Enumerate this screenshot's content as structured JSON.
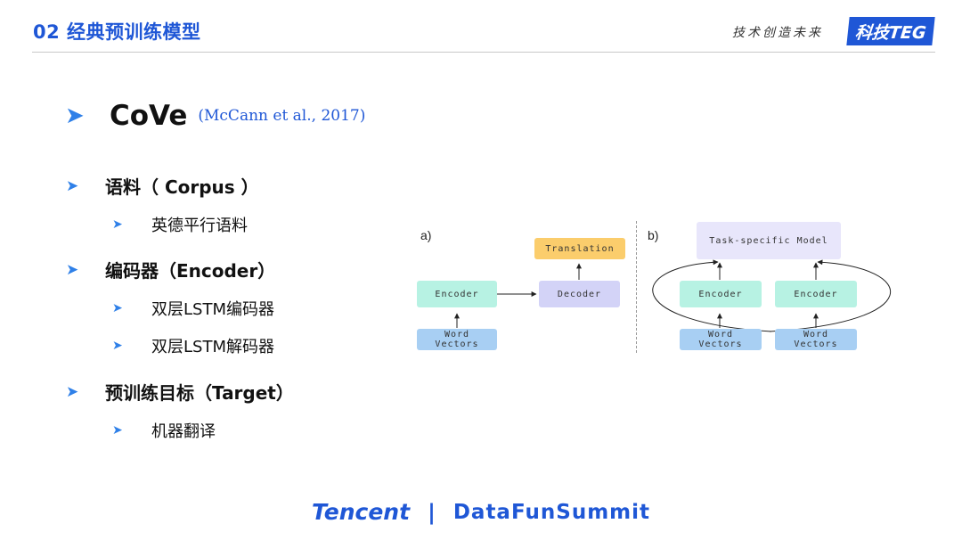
{
  "header": {
    "title": "02 经典预训练模型",
    "slogan": "技术创造未来",
    "brand": "科技TEG"
  },
  "content": {
    "main_title": "CoVe",
    "citation": "(McCann et al., 2017)",
    "sections": [
      {
        "label": "语料（ Corpus ）",
        "items": [
          "英德平行语料"
        ]
      },
      {
        "label": "编码器（Encoder）",
        "items": [
          "双层LSTM编码器",
          "双层LSTM解码器"
        ]
      },
      {
        "label": "预训练目标（Target）",
        "items": [
          "机器翻译"
        ]
      }
    ],
    "bullet_icon": "arrow-bullet-icon"
  },
  "diagram": {
    "panel_a": {
      "label": "a)",
      "word_vectors": "Word\nVectors",
      "encoder": "Encoder",
      "decoder": "Decoder",
      "translation": "Translation"
    },
    "panel_b": {
      "label": "b)",
      "task_model": "Task-specific Model",
      "encoder_left": "Encoder",
      "encoder_right": "Encoder",
      "word_vectors_left": "Word\nVectors",
      "word_vectors_right": "Word\nVectors"
    },
    "colors": {
      "word_vectors": "#a8cff3",
      "encoder": "#b7f2e3",
      "decoder": "#d3d3f7",
      "translation": "#fbcd6c",
      "task_model": "#e8e6fb"
    }
  },
  "footer": {
    "brand": "Tencent",
    "separator": "|",
    "event": "DataFunSummit"
  },
  "colors": {
    "accent": "#1f57d6",
    "bullet": "#2f80e8"
  }
}
